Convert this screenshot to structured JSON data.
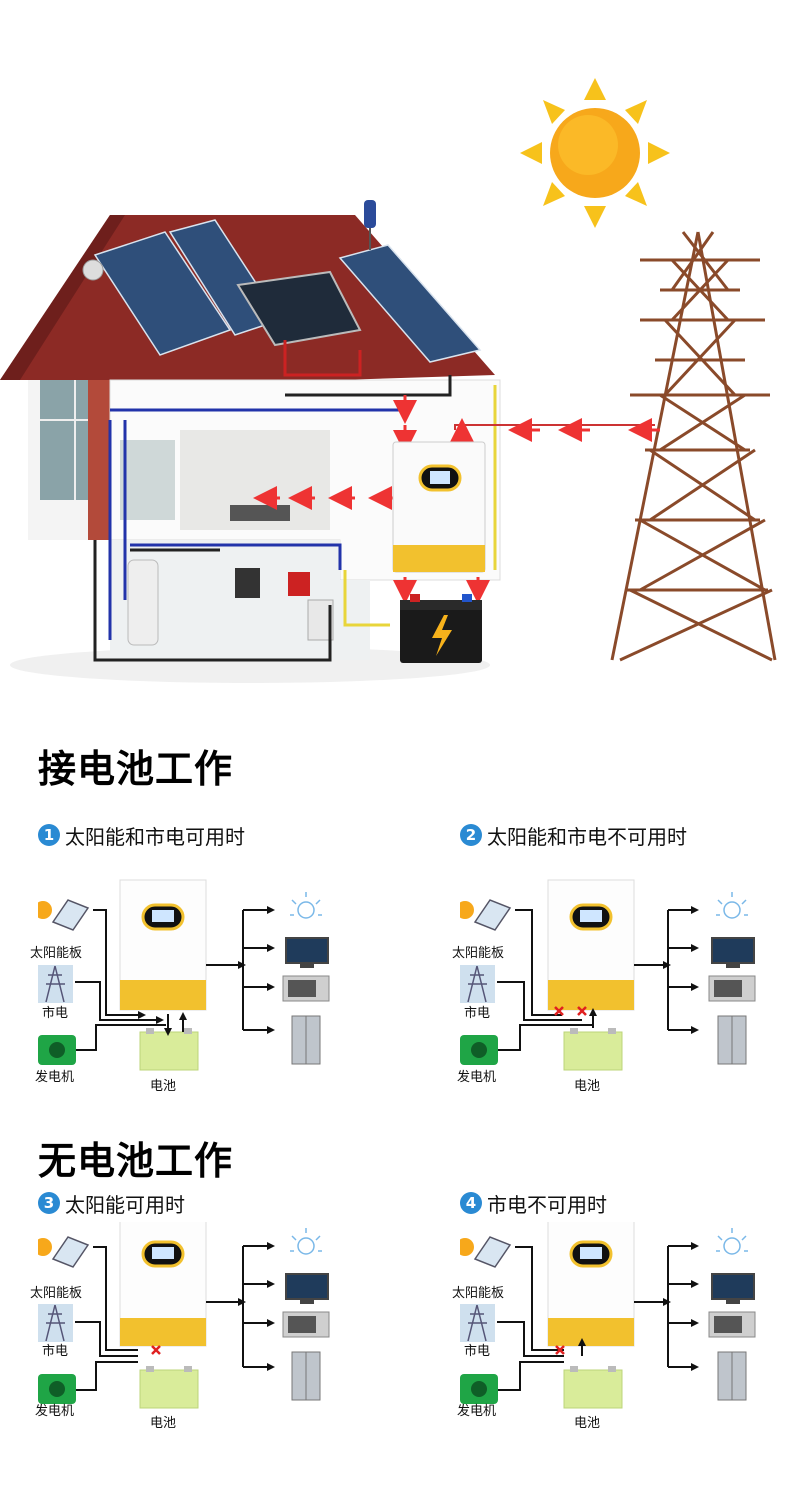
{
  "headings": {
    "with_battery": "接电池工作",
    "without_battery": "无电池工作"
  },
  "cases": [
    {
      "number": "1",
      "title": "太阳能和市电可用时"
    },
    {
      "number": "2",
      "title": "太阳能和市电不可用时"
    },
    {
      "number": "3",
      "title": "太阳能可用时"
    },
    {
      "number": "4",
      "title": "市电不可用时"
    }
  ],
  "labels": {
    "solar_panel": "太阳能板",
    "grid": "市电",
    "generator": "发电机",
    "battery": "电池"
  },
  "load_icons": [
    "light-bulb-icon",
    "tv-icon",
    "microwave-icon",
    "refrigerator-icon"
  ],
  "colors": {
    "inverter_yellow": "#f2c12e",
    "battery_green": "#d9ec9a",
    "blocked_x": "#e02020",
    "badge_blue": "#2a8ad3",
    "sun": "#f7a81b",
    "tower": "#8a4a2a"
  }
}
